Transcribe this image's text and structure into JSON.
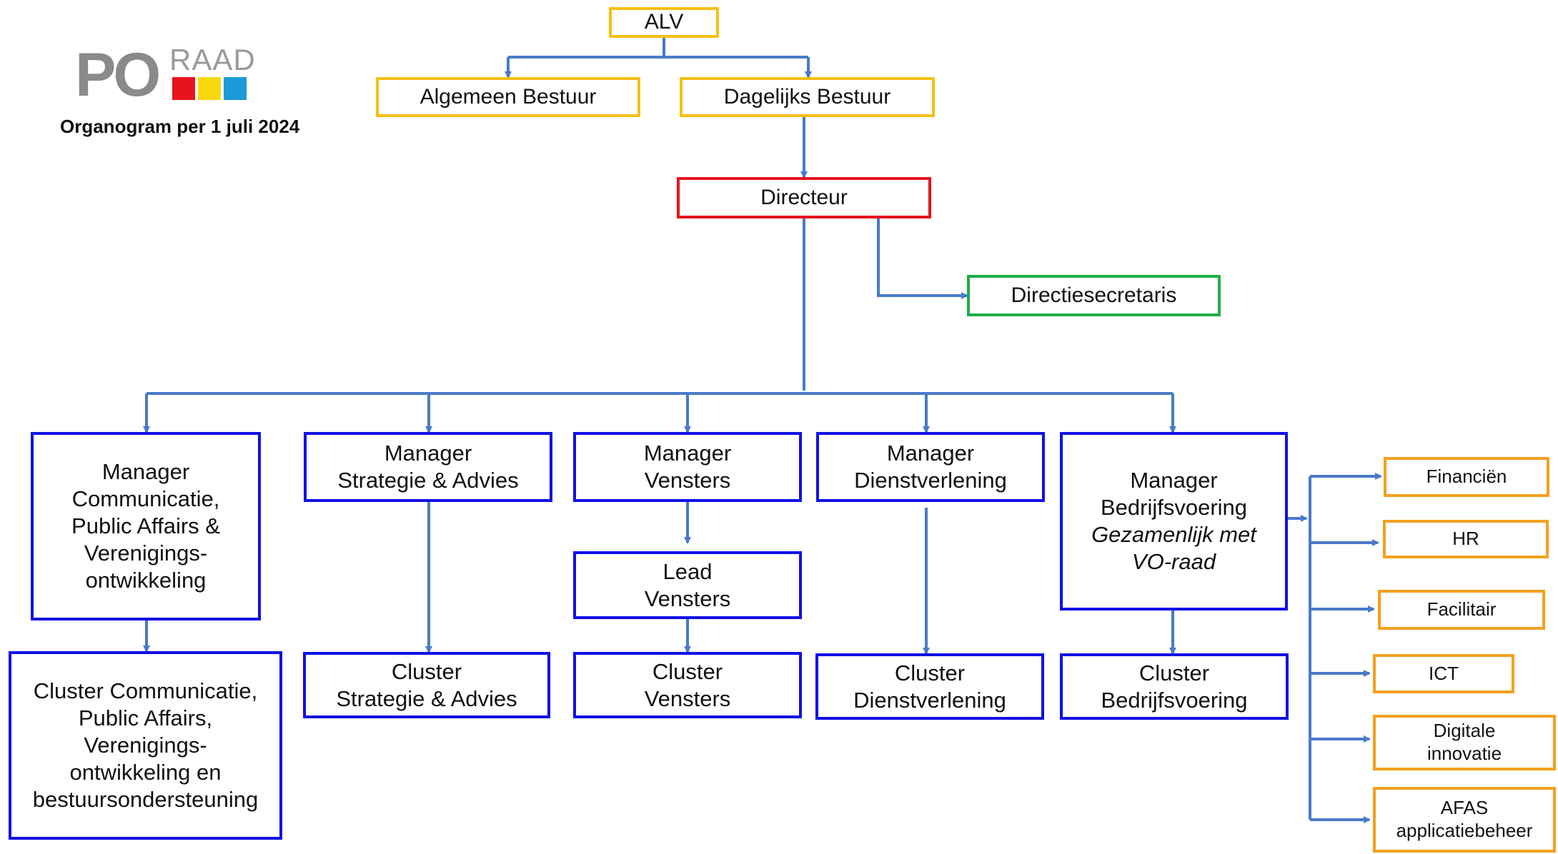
{
  "logo": {
    "po": "PO",
    "raad": "RAAD",
    "colors": [
      "#e8141c",
      "#f7d90d",
      "#1a9bd7"
    ]
  },
  "title": "Organogram per 1 juli 2024",
  "nodes": {
    "alv": "ALV",
    "algemeen": "Algemeen Bestuur",
    "dagelijks": "Dagelijks Bestuur",
    "directeur": "Directeur",
    "secretaris": "Directiesecretaris",
    "mgr_comm": [
      "Manager",
      "Communicatie,",
      "Public Affairs &",
      "Verenigings-",
      "ontwikkeling"
    ],
    "mgr_strat": [
      "Manager",
      "Strategie & Advies"
    ],
    "mgr_venst": [
      "Manager",
      "Vensters"
    ],
    "mgr_dienst": [
      "Manager",
      "Dienstverlening"
    ],
    "mgr_bedr": [
      "Manager",
      "Bedrijfsvoering"
    ],
    "mgr_bedr_italic": [
      "Gezamenlijk met",
      "VO-raad"
    ],
    "lead_venst": [
      "Lead",
      "Vensters"
    ],
    "cl_comm": [
      "Cluster Communicatie,",
      "Public Affairs,",
      "Verenigings-",
      "ontwikkeling en",
      "bestuursondersteuning"
    ],
    "cl_strat": [
      "Cluster",
      "Strategie & Advies"
    ],
    "cl_venst": [
      "Cluster",
      "Vensters"
    ],
    "cl_dienst": [
      "Cluster",
      "Dienstverlening"
    ],
    "cl_bedr": [
      "Cluster",
      "Bedrijfsvoering"
    ],
    "financien": "Financiën",
    "hr": "HR",
    "facilitair": "Facilitair",
    "ict": "ICT",
    "digitale": [
      "Digitale",
      "innovatie"
    ],
    "afas": [
      "AFAS",
      "applicatiebeheer"
    ]
  },
  "colors": {
    "governance": "#f5c014",
    "director": "#e8141c",
    "secretary": "#1fae4a",
    "management": "#1010e6",
    "support": "#f3a11f",
    "connector": "#4a7ac8"
  }
}
